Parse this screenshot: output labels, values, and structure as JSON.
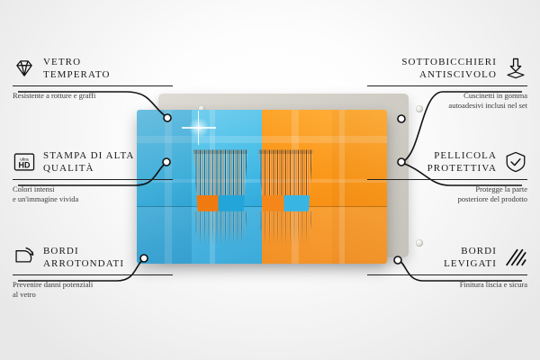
{
  "product": {
    "name": "tempered-glass-print-two-glasses",
    "image_description": "Two striped drinking glasses on split blue and orange background",
    "colors": {
      "blue": "#2fa9dc",
      "orange": "#f58b10",
      "backing_panel": "#d2cfc8"
    },
    "studs": [
      "top-left",
      "top-right",
      "bottom-left",
      "bottom-right"
    ]
  },
  "features": {
    "left": [
      {
        "icon": "diamond-icon",
        "title_line1": "VETRO",
        "title_line2": "TEMPERATO",
        "desc_line1": "Resistente a rotture e graffi",
        "desc_line2": ""
      },
      {
        "icon": "ultra-hd-icon",
        "icon_label_small": "ultra",
        "icon_label_large": "HD",
        "title_line1": "STAMPA DI ALTA",
        "title_line2": "QUALITÀ",
        "desc_line1": "Colori intensi",
        "desc_line2": "e un'immagine vivida"
      },
      {
        "icon": "rounded-corner-icon",
        "title_line1": "BORDI",
        "title_line2": "ARROTONDATI",
        "desc_line1": "Prevenire danni potenziali",
        "desc_line2": "al vetro"
      }
    ],
    "right": [
      {
        "icon": "coaster-pad-icon",
        "title_line1": "SOTTOBICCHIERI",
        "title_line2": "ANTISCIVOLO",
        "desc_line1": "Cuscinetti in gomma",
        "desc_line2": "autoadesivi inclusi nel set"
      },
      {
        "icon": "shield-check-icon",
        "title_line1": "PELLICOLA",
        "title_line2": "PROTETTIVA",
        "desc_line1": "Protegge la parte",
        "desc_line2": "posteriore del prodotto"
      },
      {
        "icon": "polished-edge-icon",
        "title_line1": "BORDI",
        "title_line2": "LEVIGATI",
        "desc_line1": "Finitura liscia e sicura",
        "desc_line2": ""
      }
    ]
  }
}
